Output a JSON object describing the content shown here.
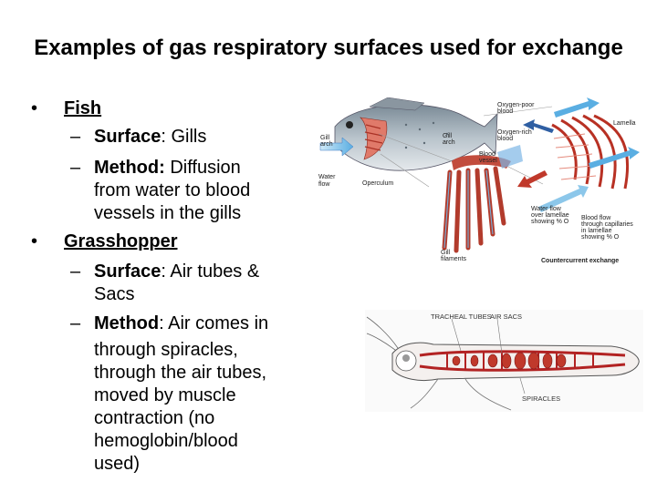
{
  "title": "Examples of gas respiratory surfaces used for exchange",
  "bullets": {
    "fish": {
      "heading": "Fish",
      "surface_label": "Surface",
      "surface_value": ": Gills",
      "method_label": "Method:",
      "method_line1": " Diffusion",
      "method_line2": "from water to blood",
      "method_line3": "vessels in the gills"
    },
    "grasshopper": {
      "heading": "Grasshopper",
      "surface_label": "Surface",
      "surface_line1": ":  Air tubes &",
      "surface_line2": "Sacs",
      "method_label": "Method",
      "method_line1": ": Air comes in",
      "method_line2": "through spiracles,",
      "method_line3": "through the air tubes,",
      "method_line4": "moved by muscle",
      "method_line5": "contraction (no",
      "method_line6": "hemoglobin/blood",
      "method_line7": "used)"
    }
  },
  "fish_figure": {
    "labels": {
      "gill_arch_top": "Gill",
      "gill_arch_bottom": "arch",
      "water_flow_top": "Water",
      "water_flow_bottom": "flow",
      "operculum": "Operculum",
      "gill_arch2_top": "Gill",
      "gill_arch2_bottom": "arch",
      "blood_vessel_top": "Blood",
      "blood_vessel_bottom": "vessel",
      "oxygen_poor_top": "Oxygen-poor",
      "oxygen_poor_bottom": "blood",
      "oxygen_rich_top": "Oxygen-rich",
      "oxygen_rich_bottom": "blood",
      "lamella": "Lamella",
      "water_flow_lamellae_1": "Water flow",
      "water_flow_lamellae_2": "over lamellae",
      "water_flow_lamellae_3": "showing % O",
      "blood_flow_1": "Blood flow",
      "blood_flow_2": "through capillaries",
      "blood_flow_3": "in lamellae",
      "blood_flow_4": "showing % O",
      "gill_filaments_top": "Gill",
      "gill_filaments_bottom": "filaments",
      "countercurrent": "Countercurrent exchange"
    },
    "colors": {
      "oxygen_rich": "#c0392b",
      "oxygen_poor": "#3a78c2",
      "water": "#8cc7ea"
    }
  },
  "insect_figure": {
    "labels": {
      "tracheal_tubes": "TRACHEAL TUBES",
      "air_sacs": "AIR SACS",
      "spiracles": "SPIRACLES"
    },
    "colors": {
      "body": "#b22222",
      "outline": "#555555"
    }
  }
}
